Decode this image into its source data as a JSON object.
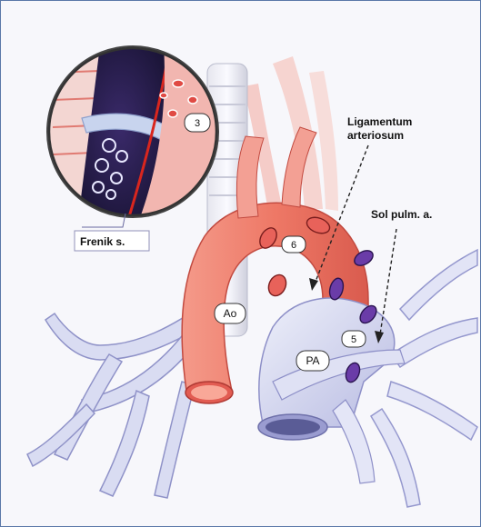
{
  "labels": {
    "ligamentum_line1": "Ligamentum",
    "ligamentum_line2": "arteriosum",
    "sol_pulm": "Sol pulm. a.",
    "frenik": "Frenik s.",
    "ao": "Ao",
    "pa": "PA",
    "num_3": "3",
    "num_5": "5",
    "num_6": "6"
  },
  "colors": {
    "aorta": "#f07a6a",
    "aorta_dark": "#d8554a",
    "pulmonary": "#d9dcf0",
    "pulmonary_dark": "#8e90c8",
    "nerve_purple": "#5a3a9a",
    "border": "#5a78a8"
  }
}
